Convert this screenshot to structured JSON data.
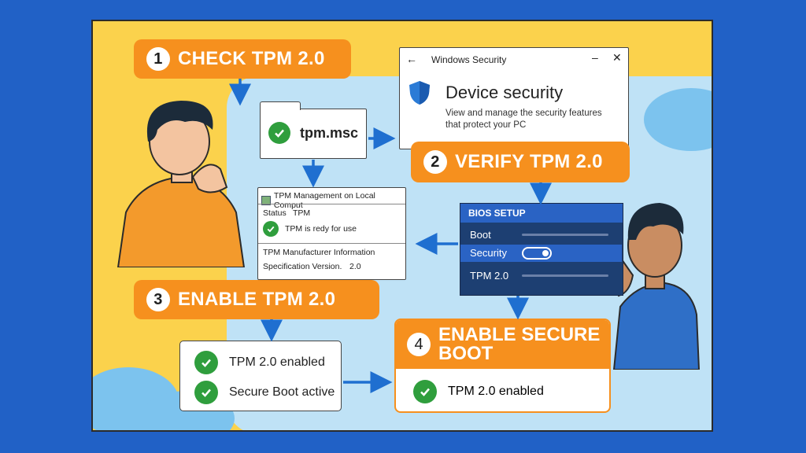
{
  "steps": {
    "s1": {
      "num": "1",
      "label": "CHECK TPM 2.0"
    },
    "s2": {
      "num": "2",
      "label": "VERIFY TPM 2.0"
    },
    "s3": {
      "num": "3",
      "label": "ENABLE TPM 2.0"
    },
    "s4": {
      "num": "4",
      "label": "ENABLE SECURE BOOT"
    }
  },
  "tpm_msc": {
    "label": "tpm.msc"
  },
  "windows_security": {
    "window_title": "Windows Security",
    "heading": "Device security",
    "description": "View and manage the security features that protect your PC"
  },
  "tpm_management": {
    "title": "TPM Management on Local Comput",
    "status_label": "Status",
    "status_value": "TPM",
    "ready_text": "TPM is redy for use",
    "manufacturer_label": "TPM Manufacturer Information",
    "spec_label": "Specification Version.",
    "spec_value": "2.0"
  },
  "bios": {
    "header": "BIOS SETUP",
    "items": [
      "Boot",
      "Security",
      "TPM 2.0"
    ]
  },
  "result_left": {
    "line1": "TPM 2.0 enabled",
    "line2": "Secure Boot active"
  },
  "result_right": {
    "line1": "TPM 2.0 enabled"
  },
  "colors": {
    "step_orange": "#f6901e",
    "check_green": "#2f9e3d",
    "bios_blue": "#1d3f72",
    "page_bg": "#2161c6",
    "frame_yellow": "#fbd24c"
  },
  "icons": [
    "check-icon",
    "shield-icon",
    "back-arrow-icon",
    "minimize-icon",
    "close-icon",
    "toggle-switch-icon",
    "tpm-app-icon"
  ]
}
